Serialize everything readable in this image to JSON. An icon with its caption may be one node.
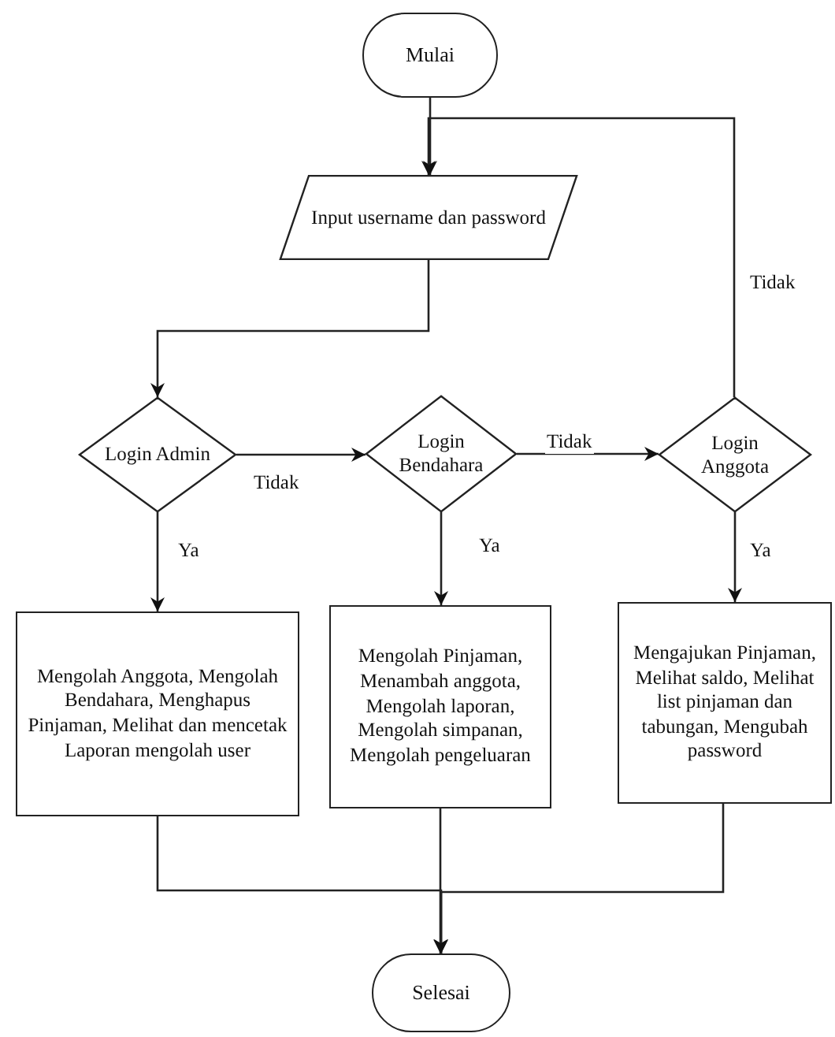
{
  "diagram": {
    "nodes": [
      {
        "text": [
          "Mulai"
        ]
      },
      {
        "text": [
          "Input username dan password"
        ]
      },
      {
        "text": [
          "Login Admin"
        ]
      },
      {
        "text": [
          "Login Bendahara"
        ]
      },
      {
        "text": [
          "Login Anggota"
        ]
      },
      {
        "text": [
          "Mengolah Anggota, Mengolah Bendahara, Menghapus Pinjaman, Melihat dan mencetak Laporan mengolah user"
        ]
      },
      {
        "text": [
          "Mengolah Pinjaman, Menambah anggota, Mengolah laporan, Mengolah simpanan, Mengolah pengeluaran"
        ]
      },
      {
        "text": [
          "Mengajukan Pinjaman, Melihat saldo, Melihat list pinjaman dan tabungan, Mengubah password"
        ]
      },
      {
        "text": [
          "Selesai"
        ]
      }
    ],
    "edges": [
      {
        "from": 0,
        "to": 1,
        "arrow": "to"
      },
      {
        "from": 1,
        "to": 2,
        "arrow": "to"
      },
      {
        "from": 2,
        "to": 3,
        "arrow": "to",
        "label": "Tidak"
      },
      {
        "from": 3,
        "to": 4,
        "arrow": "to",
        "label": "Tidak"
      },
      {
        "from": 4,
        "to": 1,
        "arrow": "to",
        "label": "Tidak"
      },
      {
        "from": 2,
        "to": 5,
        "arrow": "to",
        "label": "Ya"
      },
      {
        "from": 3,
        "to": 6,
        "arrow": "to",
        "label": "Ya"
      },
      {
        "from": 4,
        "to": 7,
        "arrow": "to",
        "label": "Ya"
      },
      {
        "from": 5,
        "to": 8,
        "arrow": "to"
      },
      {
        "from": 6,
        "to": 8,
        "arrow": "to"
      },
      {
        "from": 7,
        "to": 8,
        "arrow": "to"
      }
    ]
  }
}
